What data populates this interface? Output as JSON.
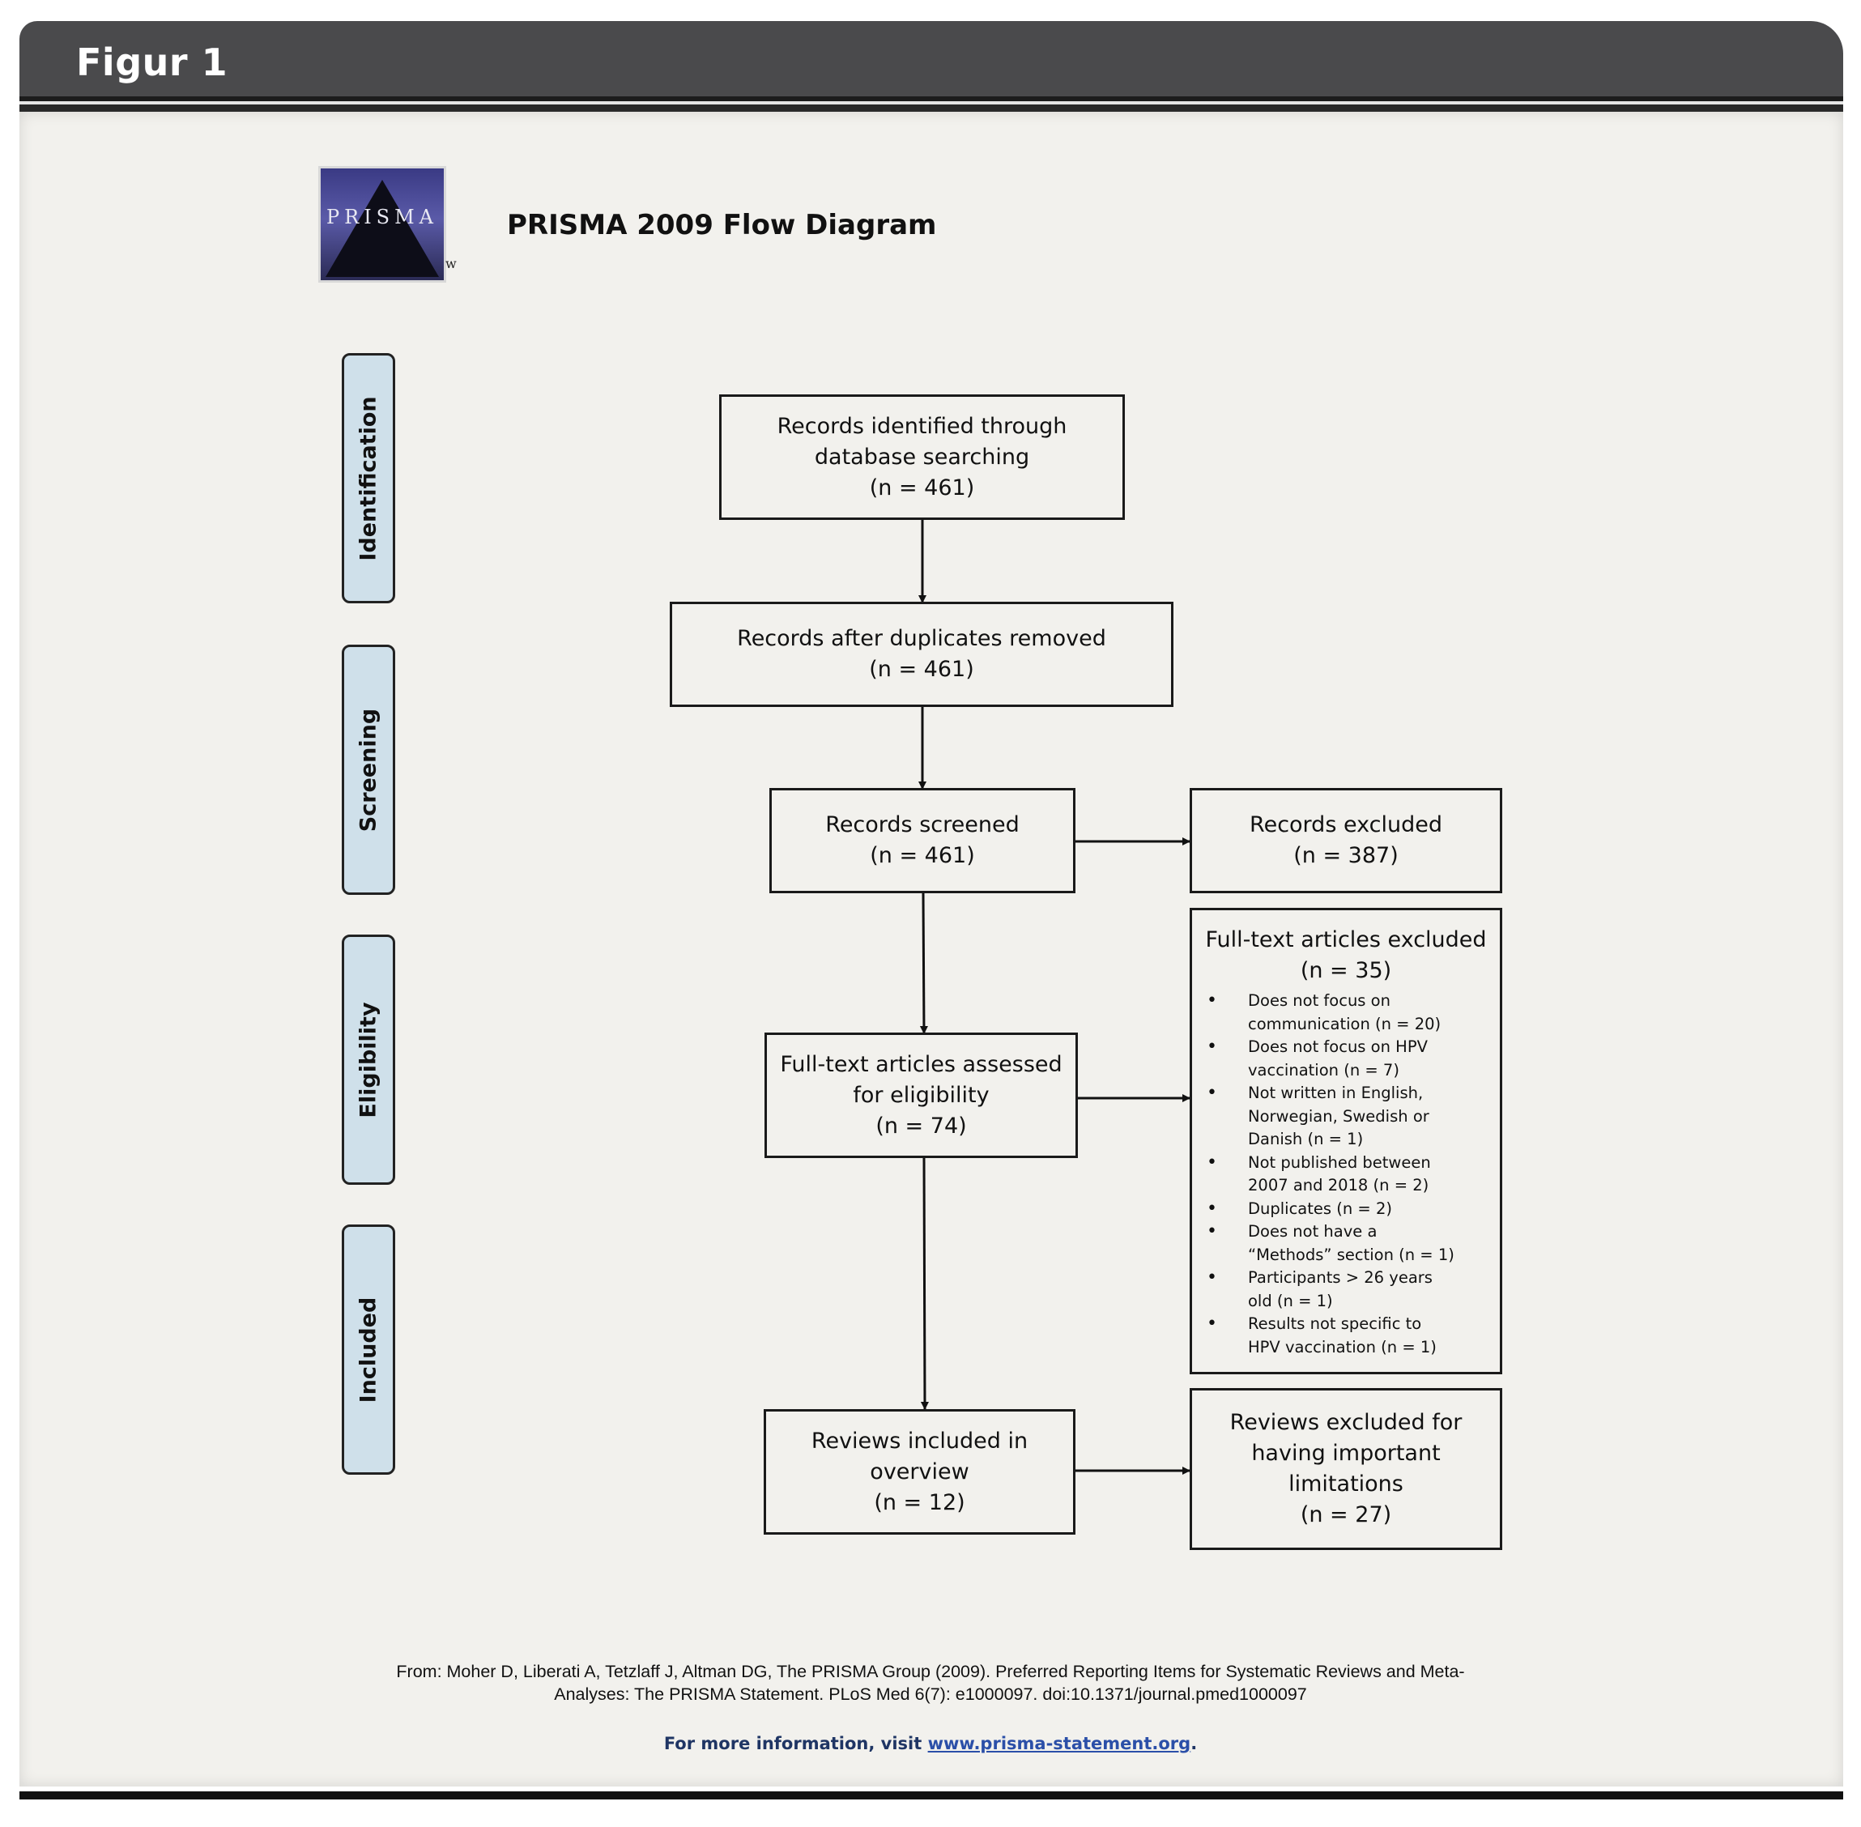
{
  "header": {
    "title": "Figur 1"
  },
  "logo": {
    "text": "PRISMA",
    "mark": "w"
  },
  "diagram_title": "PRISMA 2009 Flow Diagram",
  "stages": [
    "Identification",
    "Screening",
    "Eligibility",
    "Included"
  ],
  "boxes": {
    "identified": [
      "Records identified through",
      "database searching",
      "(n = 461)"
    ],
    "dedup": [
      "Records after duplicates removed",
      "(n = 461)"
    ],
    "screened": [
      "Records screened",
      "(n = 461)"
    ],
    "records_excluded": [
      "Records excluded",
      "(n = 387)"
    ],
    "fulltext": [
      "Full-text articles assessed",
      "for eligibility",
      "(n = 74)"
    ],
    "included": [
      "Reviews included in",
      "overview",
      "(n = 12)"
    ],
    "reviews_excluded": [
      "Reviews excluded for",
      "having important",
      "limitations",
      "(n = 27)"
    ]
  },
  "fulltext_excluded": {
    "heading": [
      "Full-text articles excluded",
      "(n = 35)"
    ],
    "reasons": [
      [
        "Does not focus on",
        "communication (n = 20)"
      ],
      [
        "Does not focus on HPV",
        "vaccination (n = 7)"
      ],
      [
        "Not written in English,",
        "Norwegian, Swedish or",
        "Danish (n = 1)"
      ],
      [
        "Not published between",
        "2007 and 2018 (n = 2)"
      ],
      [
        "Duplicates (n = 2)"
      ],
      [
        "Does not have a",
        "“Methods” section (n = 1)"
      ],
      [
        "Participants > 26 years",
        "old (n = 1)"
      ],
      [
        "Results not specific to",
        "HPV vaccination (n = 1)"
      ]
    ]
  },
  "citation": [
    "From:  Moher D, Liberati A, Tetzlaff J, Altman DG, The PRISMA Group (2009). Preferred Reporting Items for Systematic Reviews and Meta-",
    "Analyses: The PRISMA Statement. PLoS Med 6(7): e1000097. doi:10.1371/journal.pmed1000097"
  ],
  "info": {
    "prefix": "For more information, visit ",
    "link": "www.prisma-statement.org",
    "suffix": "."
  },
  "colors": {
    "header_bg": "#4a4a4c",
    "panel_bg": "#f2f1ed",
    "stage_bg": "#cfe0ea",
    "link": "#2b4fa8"
  }
}
